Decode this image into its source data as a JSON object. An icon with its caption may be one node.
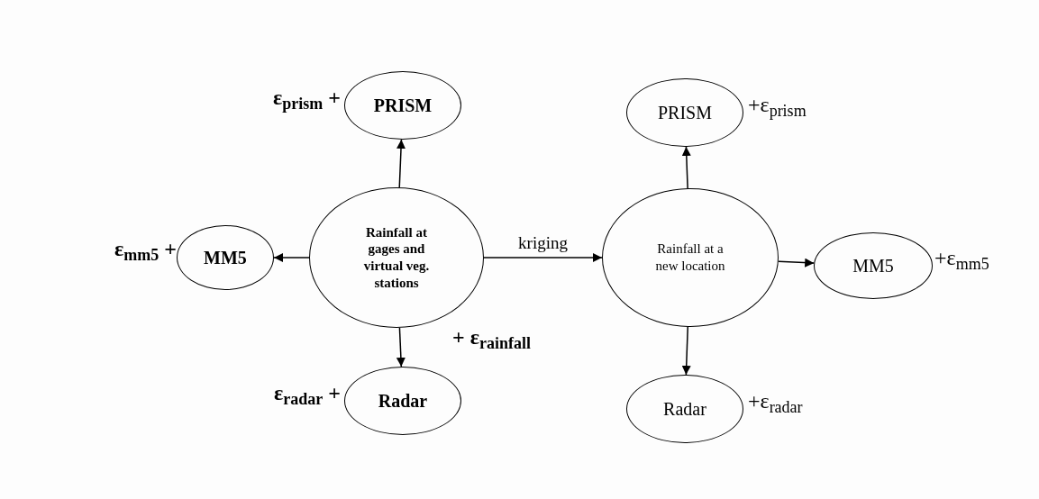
{
  "diagram": {
    "nodes": [
      {
        "text": [
          "Rainfall at gages and virtual veg. stations"
        ],
        "beside": [
          "+ ε$_{rainfall}$"
        ]
      },
      {
        "text": [
          "PRISM"
        ],
        "beside": [
          "ε$_{prism}$ +"
        ]
      },
      {
        "text": [
          "MM5"
        ],
        "beside": [
          "ε$_{mm5}$ +"
        ]
      },
      {
        "text": [
          "Radar"
        ],
        "beside": [
          "ε$_{radar}$ +"
        ]
      },
      {
        "text": [
          "Rainfall at a new location"
        ]
      },
      {
        "text": [
          "PRISM"
        ],
        "beside": [
          "+ε$_{prism}$"
        ]
      },
      {
        "text": [
          "MM5"
        ],
        "beside": [
          "+ε$_{mm5}$"
        ]
      },
      {
        "text": [
          "Radar"
        ],
        "beside": [
          "+ε$_{radar}$"
        ]
      }
    ],
    "edges": [
      {
        "from": 0,
        "to": 1,
        "arrow": "to"
      },
      {
        "from": 0,
        "to": 2,
        "arrow": "to"
      },
      {
        "from": 0,
        "to": 3,
        "arrow": "to"
      },
      {
        "from": 0,
        "to": 4,
        "arrow": "to",
        "label": "kriging"
      },
      {
        "from": 4,
        "to": 5,
        "arrow": "to"
      },
      {
        "from": 4,
        "to": 6,
        "arrow": "to"
      },
      {
        "from": 4,
        "to": 7,
        "arrow": "to"
      }
    ]
  }
}
